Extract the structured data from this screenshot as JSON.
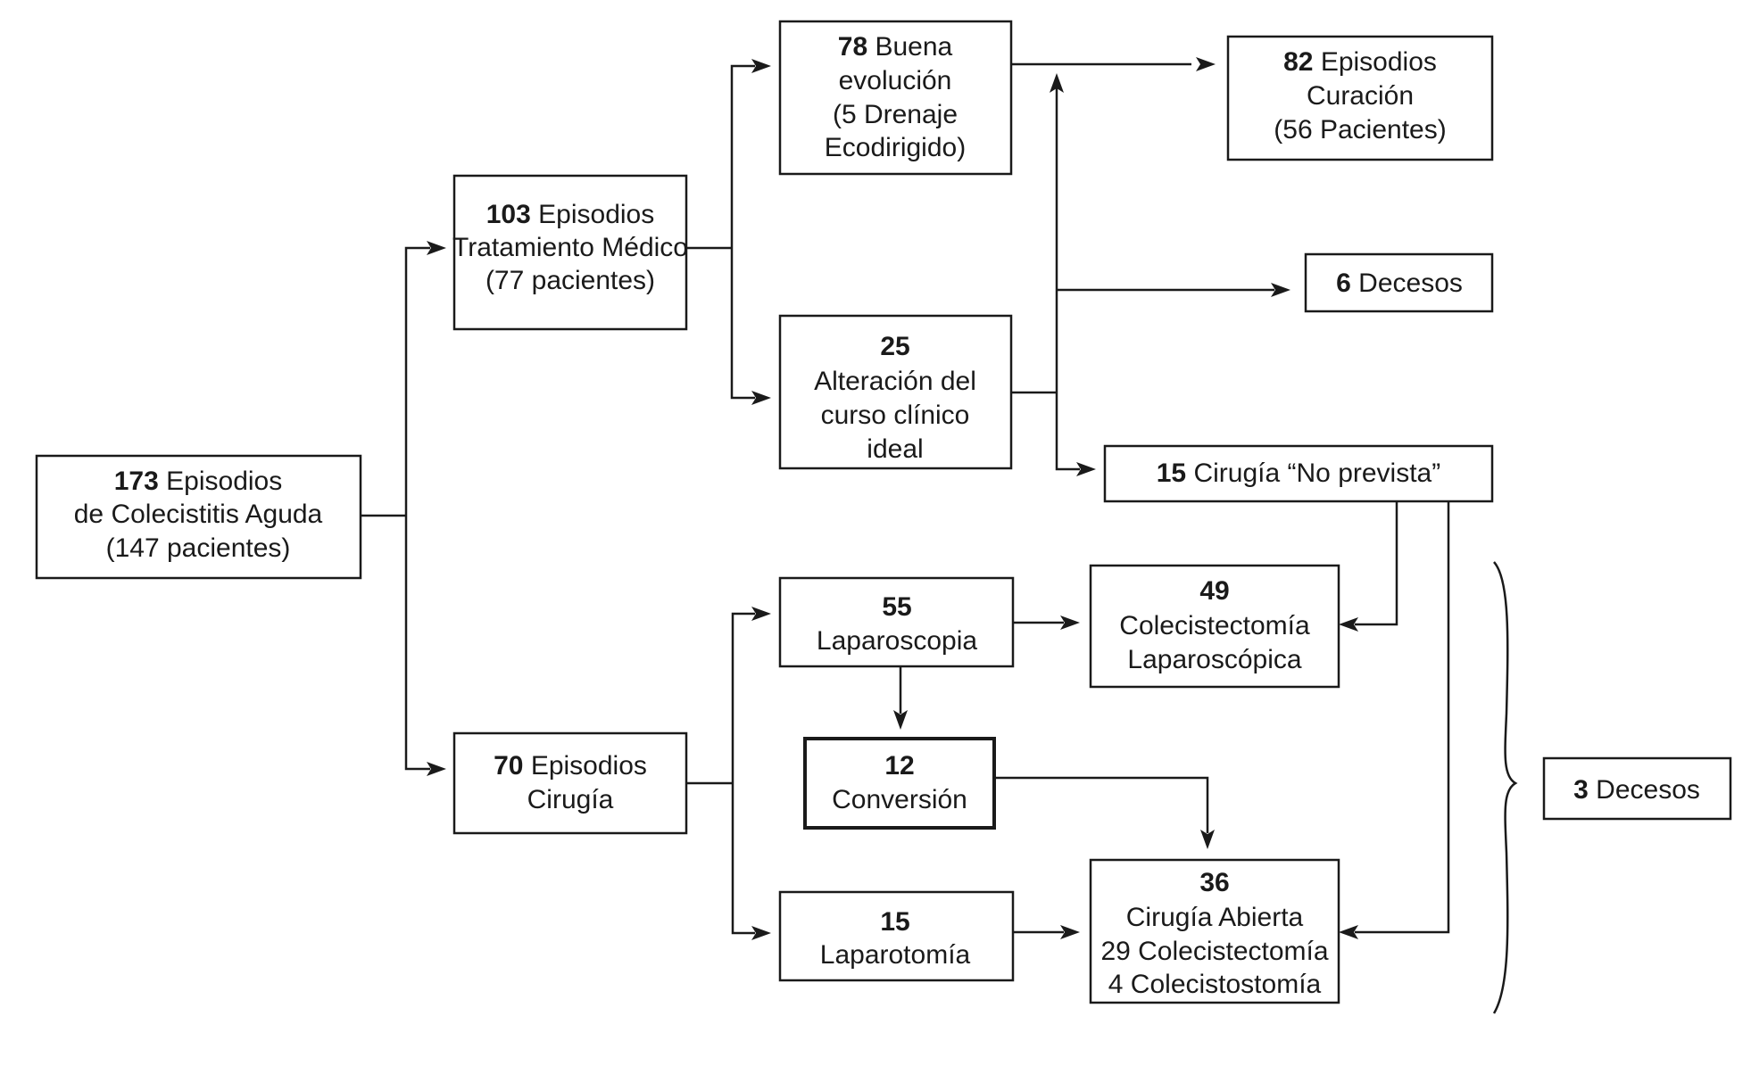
{
  "nodes": {
    "root": {
      "num": "173",
      "lines": [
        "Episodios",
        "de Colecistitis Aguda",
        "(147 pacientes)"
      ]
    },
    "medical": {
      "num": "103",
      "lines": [
        "Episodios",
        "Tratamiento Médico",
        "(77 pacientes)"
      ]
    },
    "surgery": {
      "num": "70",
      "lines": [
        "Episodios",
        "Cirugía"
      ]
    },
    "good": {
      "num": "78",
      "lines": [
        "Buena",
        "evolución",
        "(5 Drenaje",
        "Ecodirigido)"
      ]
    },
    "altered": {
      "num": "25",
      "lines": [
        "Alteración del",
        "curso clínico",
        "ideal"
      ]
    },
    "cure": {
      "num": "82",
      "lines": [
        "Episodios",
        "Curación",
        "(56 Pacientes)"
      ]
    },
    "deaths6": {
      "num": "6",
      "lines": [
        "Decesos"
      ]
    },
    "unplanned": {
      "num": "15",
      "lines": [
        "Cirugía “No prevista”"
      ]
    },
    "lapscopy": {
      "num": "55",
      "lines": [
        "Laparoscopia"
      ]
    },
    "lapchole": {
      "num": "49",
      "lines": [
        "Colecistectomía",
        "Laparoscópica"
      ]
    },
    "conversion": {
      "num": "12",
      "lines": [
        "Conversión"
      ]
    },
    "laparotomy": {
      "num": "15",
      "lines": [
        "Laparotomía"
      ]
    },
    "open": {
      "num": "36",
      "lines": [
        "Cirugía Abierta",
        "29 Colecistectomía",
        "4 Colecistostomía"
      ]
    },
    "deaths3": {
      "num": "3",
      "lines": [
        "Decesos"
      ]
    }
  }
}
